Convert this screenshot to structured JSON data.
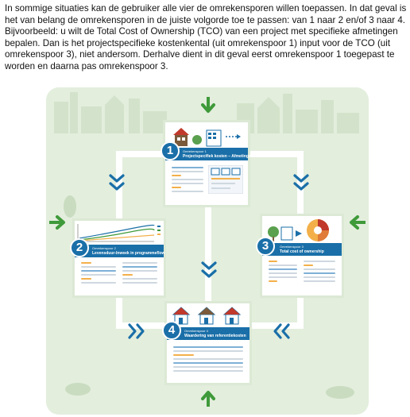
{
  "intro": {
    "text": "In sommige situaties kan de gebruiker alle vier de omrekensporen willen toepassen. In dat geval is het van belang de omrekensporen in de juiste volgorde toe te passen: van 1 naar 2 en/of 3 naar 4. Bijvoorbeeld: u wilt de Total Cost of Ownership (TCO) van een project met specifieke afmetingen bepalen. Dan is het projectspecifieke kostenkental (uit omrekenspoor 1) input voor de TCO (uit omrekenspoor 3), niet andersom. Derhalve dient in dit geval eerst omrekenspoor 1 toegepast te worden en daarna pas omrekenspoor 3."
  },
  "diagram": {
    "colors": {
      "background": "#e3eedd",
      "accent_blue": "#1a6fa8",
      "arrow_green": "#3f9a3a",
      "chevron_blue": "#1a6fa8"
    },
    "cards": [
      {
        "number": "1",
        "subtitle": "Omrekenspoor 1",
        "title": "Projectspecifiek kosten – Afmetingen"
      },
      {
        "number": "2",
        "subtitle": "Omrekenspoor 2",
        "title": "Levensduur-Inweek in programmeflow"
      },
      {
        "number": "3",
        "subtitle": "Omrekenspoor 3",
        "title": "Total cost of ownership"
      },
      {
        "number": "4",
        "subtitle": "Omrekenspoor 4",
        "title": "Waardering van referentiekosten"
      }
    ],
    "icons": {
      "arrow_in": "green-arrow-icon",
      "chevron_down": "chevron-down-icon",
      "chevron_right": "chevron-right-icon",
      "chevron_left": "chevron-left-icon"
    }
  }
}
